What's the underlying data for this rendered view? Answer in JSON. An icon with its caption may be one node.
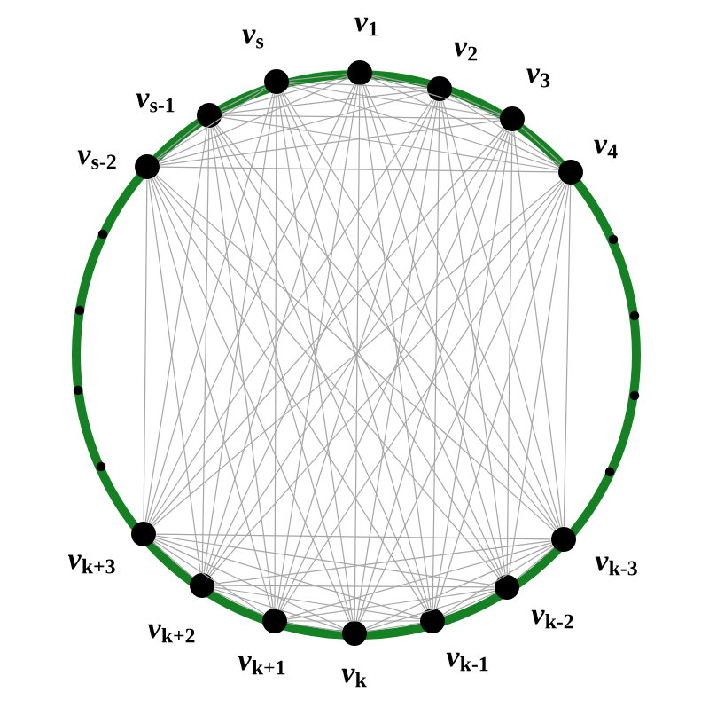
{
  "diagram": {
    "nodes": [
      {
        "text": [
          "*v*$_{1}$"
        ]
      },
      {
        "text": [
          "*v*$_{2}$"
        ]
      },
      {
        "text": [
          "*v*$_{3}$"
        ]
      },
      {
        "text": [
          "*v*$_{4}$"
        ]
      },
      {
        "text": [
          "*v*$_{k-3}$"
        ]
      },
      {
        "text": [
          "*v*$_{k-2}$"
        ]
      },
      {
        "text": [
          "*v*$_{k-1}$"
        ]
      },
      {
        "text": [
          "*v*$_{k}$"
        ]
      },
      {
        "text": [
          "*v*$_{k+1}$"
        ]
      },
      {
        "text": [
          "*v*$_{k+2}$"
        ]
      },
      {
        "text": [
          "*v*$_{k+3}$"
        ]
      },
      {
        "text": [
          "*v*$_{s-2}$"
        ]
      },
      {
        "text": [
          "*v*$_{s-1}$"
        ]
      },
      {
        "text": [
          "*v*$_{s}$"
        ]
      }
    ],
    "edges": [
      {
        "from": 0,
        "to": 1,
        "arrow": "none"
      },
      {
        "from": 0,
        "to": 2,
        "arrow": "none"
      },
      {
        "from": 0,
        "to": 3,
        "arrow": "none"
      },
      {
        "from": 0,
        "to": 4,
        "arrow": "none"
      },
      {
        "from": 0,
        "to": 5,
        "arrow": "none"
      },
      {
        "from": 0,
        "to": 6,
        "arrow": "none"
      },
      {
        "from": 0,
        "to": 7,
        "arrow": "none"
      },
      {
        "from": 0,
        "to": 8,
        "arrow": "none"
      },
      {
        "from": 0,
        "to": 9,
        "arrow": "none"
      },
      {
        "from": 0,
        "to": 10,
        "arrow": "none"
      },
      {
        "from": 0,
        "to": 11,
        "arrow": "none"
      },
      {
        "from": 0,
        "to": 12,
        "arrow": "none"
      },
      {
        "from": 0,
        "to": 13,
        "arrow": "none"
      },
      {
        "from": 1,
        "to": 2,
        "arrow": "none"
      },
      {
        "from": 1,
        "to": 3,
        "arrow": "none"
      },
      {
        "from": 1,
        "to": 4,
        "arrow": "none"
      },
      {
        "from": 1,
        "to": 5,
        "arrow": "none"
      },
      {
        "from": 1,
        "to": 6,
        "arrow": "none"
      },
      {
        "from": 1,
        "to": 7,
        "arrow": "none"
      },
      {
        "from": 1,
        "to": 8,
        "arrow": "none"
      },
      {
        "from": 1,
        "to": 9,
        "arrow": "none"
      },
      {
        "from": 1,
        "to": 10,
        "arrow": "none"
      },
      {
        "from": 1,
        "to": 11,
        "arrow": "none"
      },
      {
        "from": 1,
        "to": 12,
        "arrow": "none"
      },
      {
        "from": 1,
        "to": 13,
        "arrow": "none"
      },
      {
        "from": 2,
        "to": 3,
        "arrow": "none"
      },
      {
        "from": 2,
        "to": 4,
        "arrow": "none"
      },
      {
        "from": 2,
        "to": 5,
        "arrow": "none"
      },
      {
        "from": 2,
        "to": 6,
        "arrow": "none"
      },
      {
        "from": 2,
        "to": 7,
        "arrow": "none"
      },
      {
        "from": 2,
        "to": 8,
        "arrow": "none"
      },
      {
        "from": 2,
        "to": 9,
        "arrow": "none"
      },
      {
        "from": 2,
        "to": 10,
        "arrow": "none"
      },
      {
        "from": 2,
        "to": 11,
        "arrow": "none"
      },
      {
        "from": 2,
        "to": 12,
        "arrow": "none"
      },
      {
        "from": 2,
        "to": 13,
        "arrow": "none"
      },
      {
        "from": 3,
        "to": 4,
        "arrow": "none"
      },
      {
        "from": 3,
        "to": 5,
        "arrow": "none"
      },
      {
        "from": 3,
        "to": 6,
        "arrow": "none"
      },
      {
        "from": 3,
        "to": 7,
        "arrow": "none"
      },
      {
        "from": 3,
        "to": 8,
        "arrow": "none"
      },
      {
        "from": 3,
        "to": 9,
        "arrow": "none"
      },
      {
        "from": 3,
        "to": 10,
        "arrow": "none"
      },
      {
        "from": 3,
        "to": 11,
        "arrow": "none"
      },
      {
        "from": 3,
        "to": 12,
        "arrow": "none"
      },
      {
        "from": 3,
        "to": 13,
        "arrow": "none"
      },
      {
        "from": 4,
        "to": 5,
        "arrow": "none"
      },
      {
        "from": 4,
        "to": 6,
        "arrow": "none"
      },
      {
        "from": 4,
        "to": 7,
        "arrow": "none"
      },
      {
        "from": 4,
        "to": 8,
        "arrow": "none"
      },
      {
        "from": 4,
        "to": 9,
        "arrow": "none"
      },
      {
        "from": 4,
        "to": 10,
        "arrow": "none"
      },
      {
        "from": 4,
        "to": 11,
        "arrow": "none"
      },
      {
        "from": 4,
        "to": 12,
        "arrow": "none"
      },
      {
        "from": 4,
        "to": 13,
        "arrow": "none"
      },
      {
        "from": 5,
        "to": 6,
        "arrow": "none"
      },
      {
        "from": 5,
        "to": 7,
        "arrow": "none"
      },
      {
        "from": 5,
        "to": 8,
        "arrow": "none"
      },
      {
        "from": 5,
        "to": 9,
        "arrow": "none"
      },
      {
        "from": 5,
        "to": 10,
        "arrow": "none"
      },
      {
        "from": 5,
        "to": 11,
        "arrow": "none"
      },
      {
        "from": 5,
        "to": 12,
        "arrow": "none"
      },
      {
        "from": 5,
        "to": 13,
        "arrow": "none"
      },
      {
        "from": 6,
        "to": 7,
        "arrow": "none"
      },
      {
        "from": 6,
        "to": 8,
        "arrow": "none"
      },
      {
        "from": 6,
        "to": 9,
        "arrow": "none"
      },
      {
        "from": 6,
        "to": 10,
        "arrow": "none"
      },
      {
        "from": 6,
        "to": 11,
        "arrow": "none"
      },
      {
        "from": 6,
        "to": 12,
        "arrow": "none"
      },
      {
        "from": 6,
        "to": 13,
        "arrow": "none"
      },
      {
        "from": 7,
        "to": 8,
        "arrow": "none"
      },
      {
        "from": 7,
        "to": 9,
        "arrow": "none"
      },
      {
        "from": 7,
        "to": 10,
        "arrow": "none"
      },
      {
        "from": 7,
        "to": 11,
        "arrow": "none"
      },
      {
        "from": 7,
        "to": 12,
        "arrow": "none"
      },
      {
        "from": 7,
        "to": 13,
        "arrow": "none"
      },
      {
        "from": 8,
        "to": 9,
        "arrow": "none"
      },
      {
        "from": 8,
        "to": 10,
        "arrow": "none"
      },
      {
        "from": 8,
        "to": 11,
        "arrow": "none"
      },
      {
        "from": 8,
        "to": 12,
        "arrow": "none"
      },
      {
        "from": 8,
        "to": 13,
        "arrow": "none"
      },
      {
        "from": 9,
        "to": 10,
        "arrow": "none"
      },
      {
        "from": 9,
        "to": 11,
        "arrow": "none"
      },
      {
        "from": 9,
        "to": 12,
        "arrow": "none"
      },
      {
        "from": 9,
        "to": 13,
        "arrow": "none"
      },
      {
        "from": 10,
        "to": 11,
        "arrow": "none"
      },
      {
        "from": 10,
        "to": 12,
        "arrow": "none"
      },
      {
        "from": 10,
        "to": 13,
        "arrow": "none"
      },
      {
        "from": 11,
        "to": 12,
        "arrow": "none"
      },
      {
        "from": 11,
        "to": 13,
        "arrow": "none"
      },
      {
        "from": 12,
        "to": 13,
        "arrow": "none"
      }
    ]
  }
}
